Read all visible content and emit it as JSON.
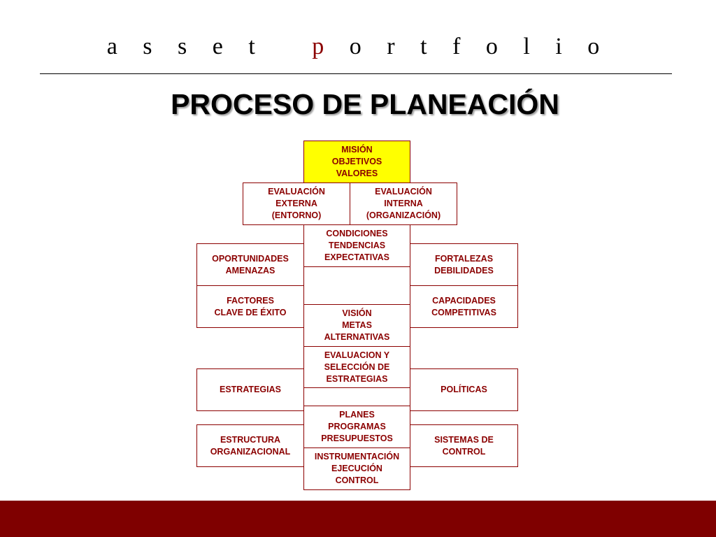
{
  "header": {
    "brand_part1": "a s s e t   ",
    "brand_part2": "p",
    "brand_part3": " o r t f o l i o"
  },
  "title": "PROCESO DE PLANEACIÓN",
  "colors": {
    "accent": "#8b0000",
    "highlight": "#ffff00",
    "footer": "#7f0000"
  },
  "diagram": {
    "mision": "MISIÓN\nOBJETIVOS\nVALORES",
    "eval_externa": "EVALUACIÓN\nEXTERNA\n(ENTORNO)",
    "eval_interna": "EVALUACIÓN\nINTERNA\n(ORGANIZACIÓN)",
    "condiciones": "CONDICIONES\nTENDENCIAS\nEXPECTATIVAS",
    "oportunidades": "OPORTUNIDADES\nAMENAZAS",
    "fortalezas": "FORTALEZAS\nDEBILIDADES",
    "factores": "FACTORES\nCLAVE DE ÉXITO",
    "capacidades": "CAPACIDADES\nCOMPETITIVAS",
    "vision": "VISIÓN\nMETAS\nALTERNATIVAS",
    "evaluacion_seleccion": "EVALUACION Y\nSELECCIÓN DE\nESTRATEGIAS",
    "estrategias": "ESTRATEGIAS",
    "politicas": "POLÍTICAS",
    "planes": "PLANES\nPROGRAMAS\nPRESUPUESTOS",
    "estructura": "ESTRUCTURA\nORGANIZACIONAL",
    "sistemas": "SISTEMAS DE\nCONTROL",
    "instrumentacion": "INSTRUMENTACIÓN\nEJECUCIÓN\nCONTROL"
  }
}
